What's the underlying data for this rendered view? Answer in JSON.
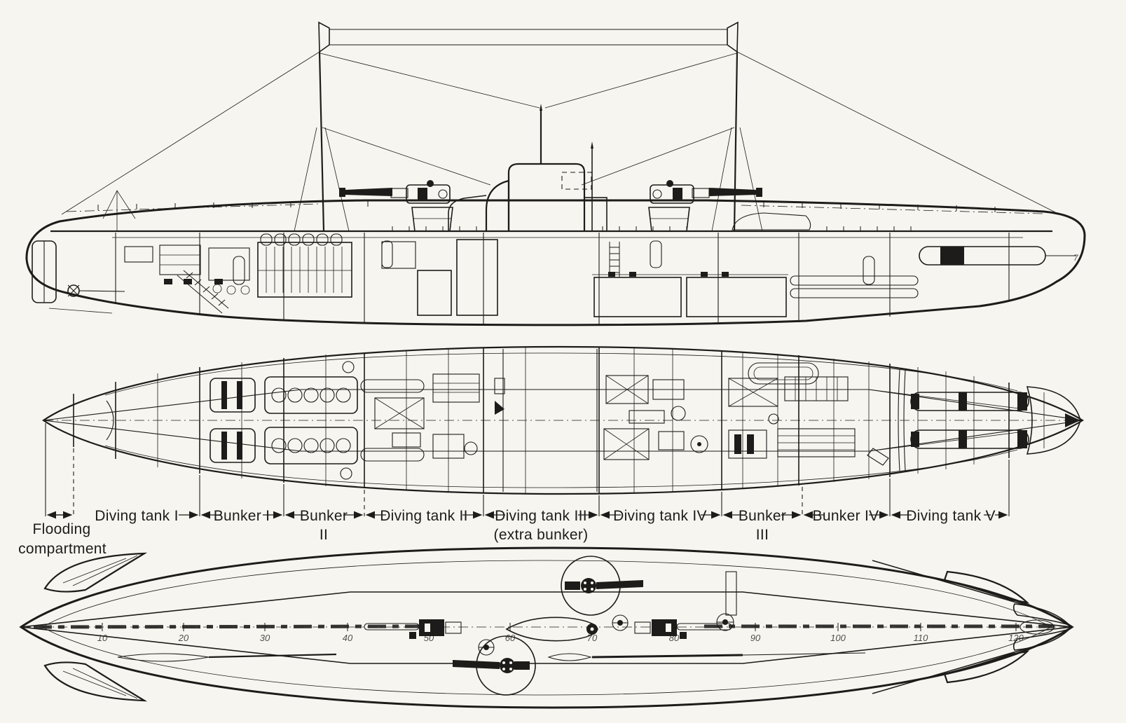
{
  "colors": {
    "paper": "#f7f5ef",
    "ink": "#1d1c1a",
    "muted": "#403d39"
  },
  "labels": {
    "flooding": {
      "line1": "Flooding",
      "line2": "compartment"
    },
    "compartments": [
      {
        "line1": "Diving tank I",
        "line2": ""
      },
      {
        "line1": "Bunker I",
        "line2": ""
      },
      {
        "line1": "Bunker",
        "line2": "II"
      },
      {
        "line1": "Diving tank II",
        "line2": ""
      },
      {
        "line1": "Diving tank III",
        "line2": "(extra bunker)"
      },
      {
        "line1": "Diving tank IV",
        "line2": ""
      },
      {
        "line1": "Bunker",
        "line2": "III"
      },
      {
        "line1": "Bunker IV",
        "line2": ""
      },
      {
        "line1": "Diving tank V",
        "line2": ""
      }
    ]
  },
  "stations": [
    "10",
    "20",
    "30",
    "40",
    "50",
    "60",
    "70",
    "80",
    "90",
    "100",
    "110",
    "120"
  ],
  "print_mark": "7"
}
